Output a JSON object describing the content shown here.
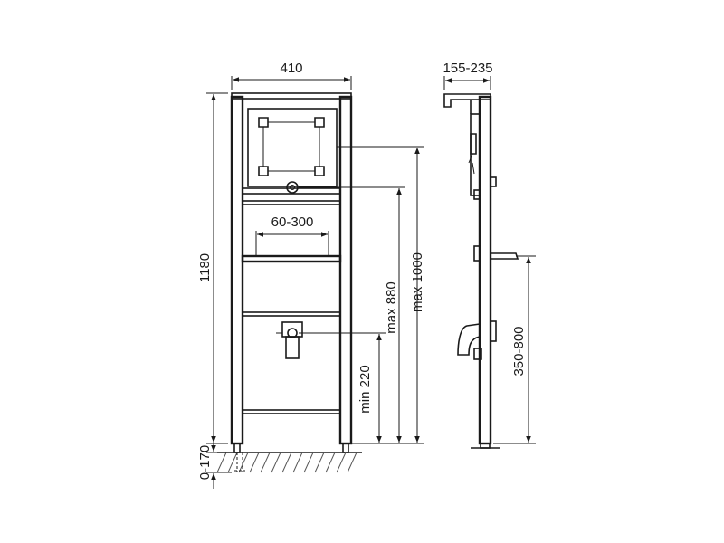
{
  "front_view": {
    "width_label": "410",
    "height_label": "1180",
    "bracket_spacing_label": "60-300",
    "outlet_height_max_label": "max 880",
    "top_height_max_label": "max 1000",
    "inlet_height_min_label": "min 220",
    "foot_adjust_label": "0-170"
  },
  "side_view": {
    "depth_label": "155-235",
    "outlet_height_label": "350-800"
  }
}
